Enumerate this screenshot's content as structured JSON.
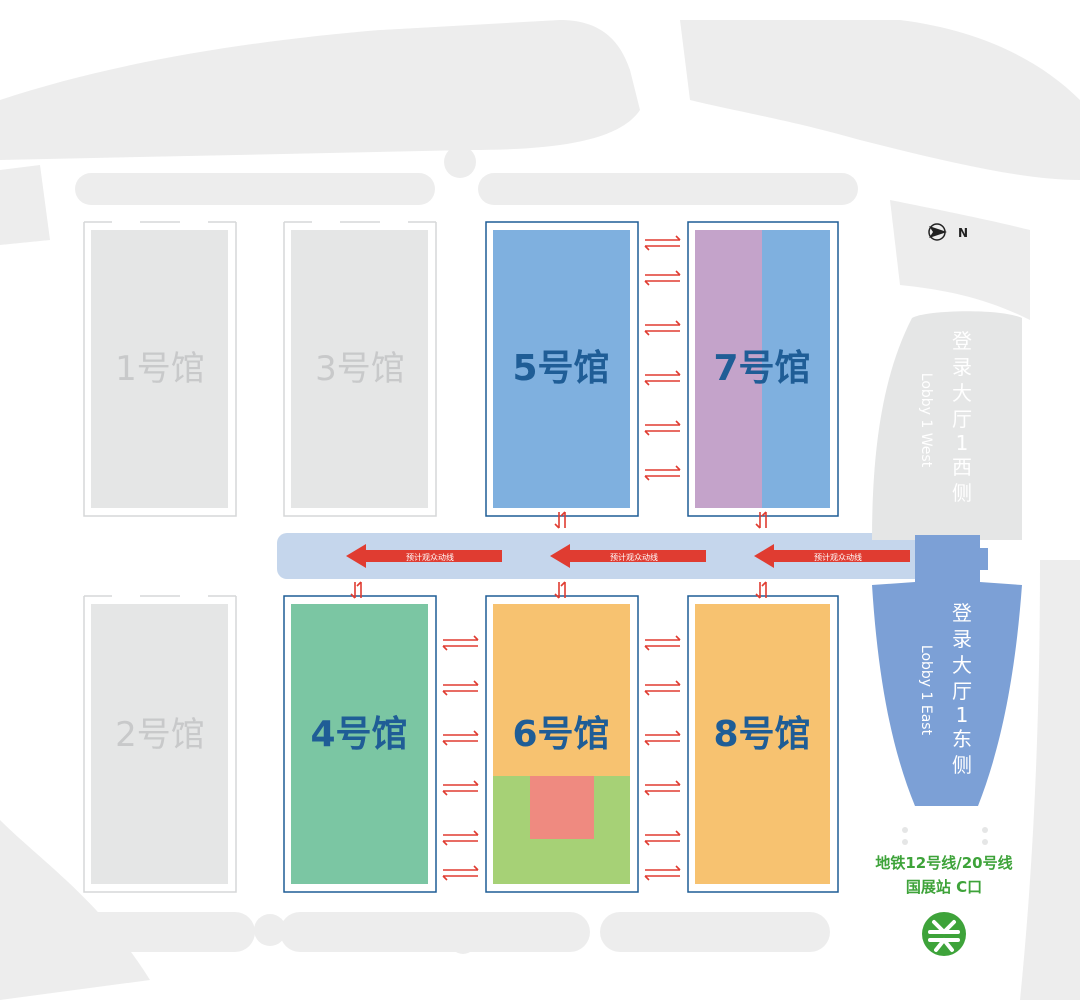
{
  "map": {
    "halls": {
      "h1": "1号馆",
      "h2": "2号馆",
      "h3": "3号馆",
      "h4": "4号馆",
      "h5": "5号馆",
      "h6": "6号馆",
      "h7": "7号馆",
      "h8": "8号馆"
    },
    "north_label": "N",
    "route_label": "预计观众动线",
    "lobby_west": {
      "cn_chars": [
        "登",
        "录",
        "大",
        "厅",
        "1",
        "西",
        "侧"
      ],
      "en": "Lobby 1 West"
    },
    "lobby_east": {
      "cn_chars": [
        "登",
        "录",
        "大",
        "厅",
        "1",
        "东",
        "侧"
      ],
      "en": "Lobby 1 East"
    },
    "metro": {
      "line1": "地铁12号线/20号线",
      "line2": "国展站 C口"
    },
    "colors": {
      "blue_hall": "#7fb0df",
      "purple": "#c4a3ca",
      "green_hall": "#7bc6a3",
      "orange_hall": "#f7c270",
      "light_green": "#a6d176",
      "red_block": "#ef8a80",
      "inactive_hall": "#e5e6e6",
      "background_shapes": "#ededed",
      "corridor": "#c5d6ec",
      "lobby_gray": "#e5e6e6",
      "lobby_blue": "#7ca0d6",
      "hall_text": "#1f5d96",
      "arrow_red": "#e03c31",
      "metro_green": "#3ea33a"
    }
  }
}
